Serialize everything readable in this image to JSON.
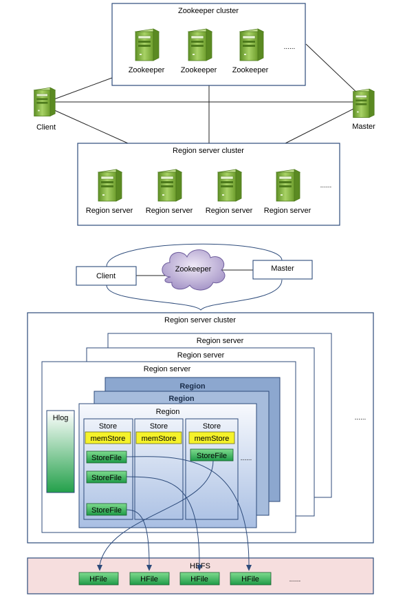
{
  "top": {
    "zk_cluster_title": "Zookeeper cluster",
    "zk_nodes": [
      "Zookeeper",
      "Zookeeper",
      "Zookeeper"
    ],
    "zk_ellipsis": "......",
    "client_label": "Client",
    "master_label": "Master",
    "rs_cluster_title": "Region server cluster",
    "rs_nodes": [
      "Region server",
      "Region server",
      "Region server",
      "Region server"
    ],
    "rs_ellipsis": "......"
  },
  "bottom": {
    "client_label": "Client",
    "zookeeper_label": "Zookeeper",
    "master_label": "Master",
    "cluster_title": "Region server cluster",
    "rs_back_label": "Region server",
    "rs_mid_label": "Region server",
    "rs_front_label": "Region server",
    "cluster_ellipsis": "......",
    "hlog_label": "Hlog",
    "region_back_label": "Region",
    "region_mid_label": "Region",
    "region_front_label": "Region",
    "stores": [
      {
        "title": "Store",
        "memstore": "memStore",
        "storefiles": [
          "StoreFile",
          "StoreFile",
          "StoreFile"
        ]
      },
      {
        "title": "Store",
        "memstore": "memStore",
        "storefiles": []
      },
      {
        "title": "Store",
        "memstore": "memStore",
        "storefiles": [
          "StoreFile"
        ]
      }
    ],
    "store_ellipsis": "......",
    "hdfs_label": "HDFS",
    "hfiles": [
      "HFile",
      "HFile",
      "HFile",
      "HFile"
    ],
    "hdfs_ellipsis": "......"
  },
  "colors": {
    "box_border": "#2c4a7a",
    "server_green": "#7cae3c",
    "memstore_yellow": "#f5f22a",
    "storefile_green": "#3cb55a",
    "hdfs_fill": "#f6dede",
    "region_fill": "#c6d4ea",
    "cloud_fill": "#b7a7cf"
  },
  "icons": [
    "server-icon",
    "cloud-icon"
  ]
}
